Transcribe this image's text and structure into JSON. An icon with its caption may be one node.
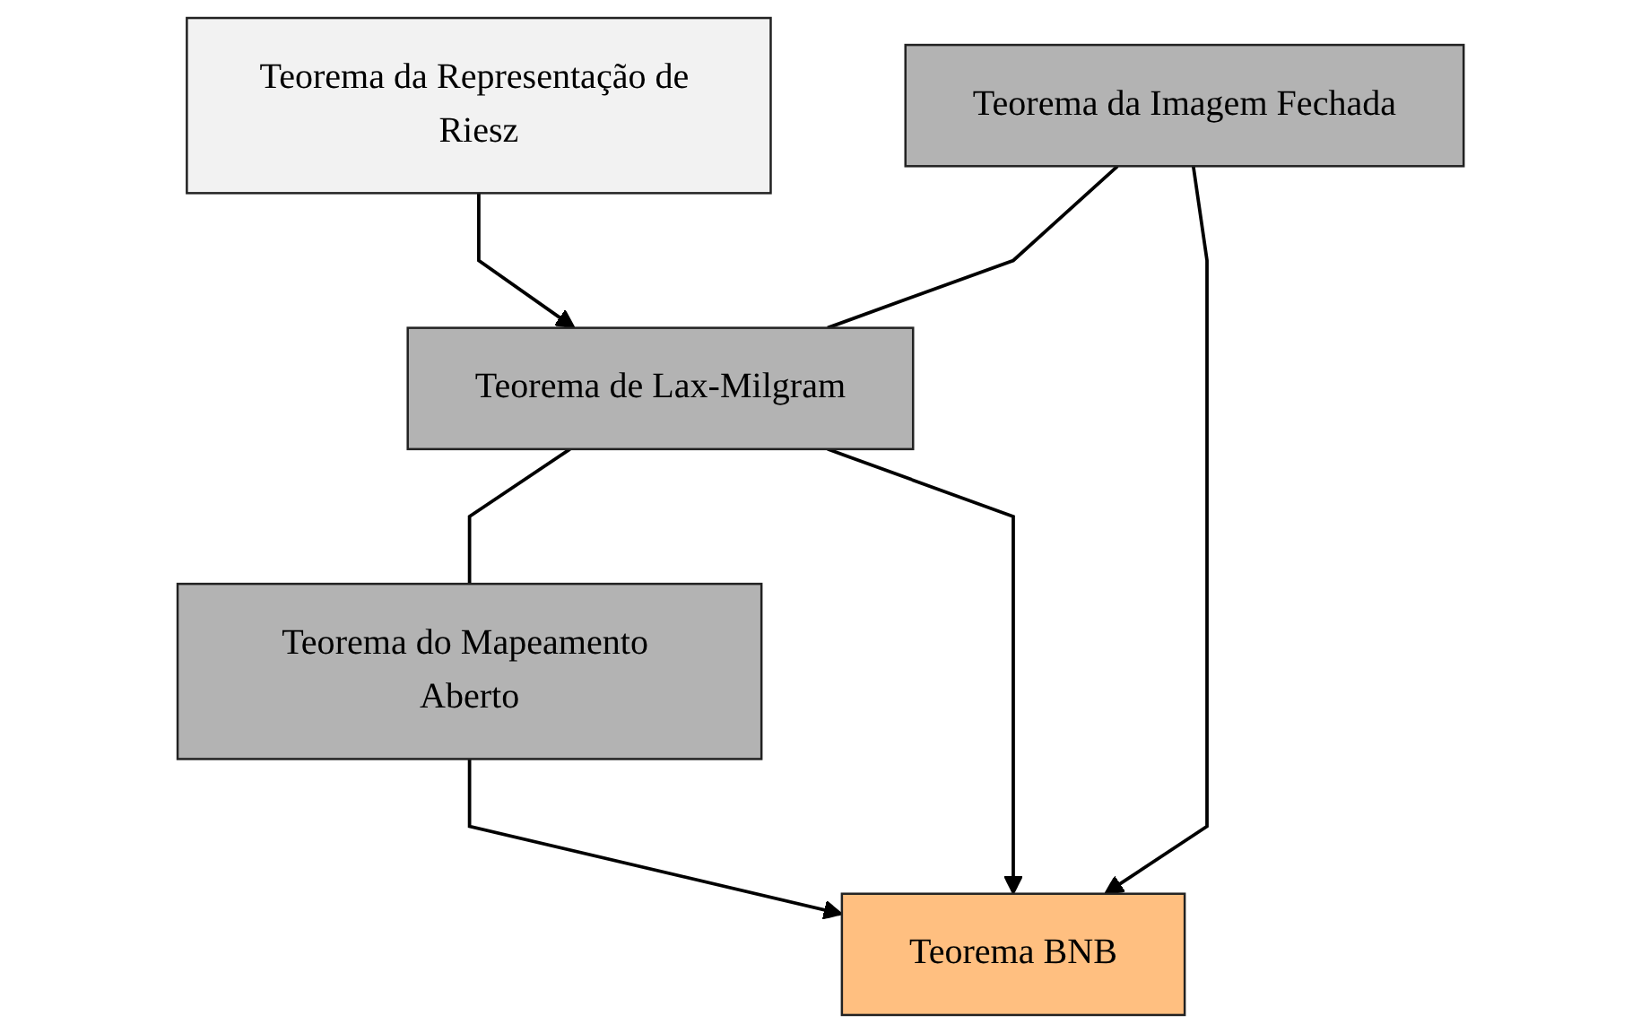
{
  "diagram": {
    "nodes": [
      {
        "text": [
          "Teorema da Representação de Riesz"
        ]
      },
      {
        "text": [
          "Teorema da Imagem Fechada"
        ]
      },
      {
        "text": [
          "Teorema de Lax-Milgram"
        ]
      },
      {
        "text": [
          "Teorema do Mapeamento Aberto"
        ]
      },
      {
        "text": [
          "Teorema BNB"
        ]
      }
    ],
    "edges": [
      {
        "from": 0,
        "to": 2,
        "arrow": "to"
      },
      {
        "from": 1,
        "to": 2,
        "arrow": "none"
      },
      {
        "from": 2,
        "to": 3,
        "arrow": "none"
      },
      {
        "from": 2,
        "to": 4,
        "arrow": "to"
      },
      {
        "from": 1,
        "to": 4,
        "arrow": "to"
      },
      {
        "from": 3,
        "to": 4,
        "arrow": "to"
      }
    ]
  }
}
